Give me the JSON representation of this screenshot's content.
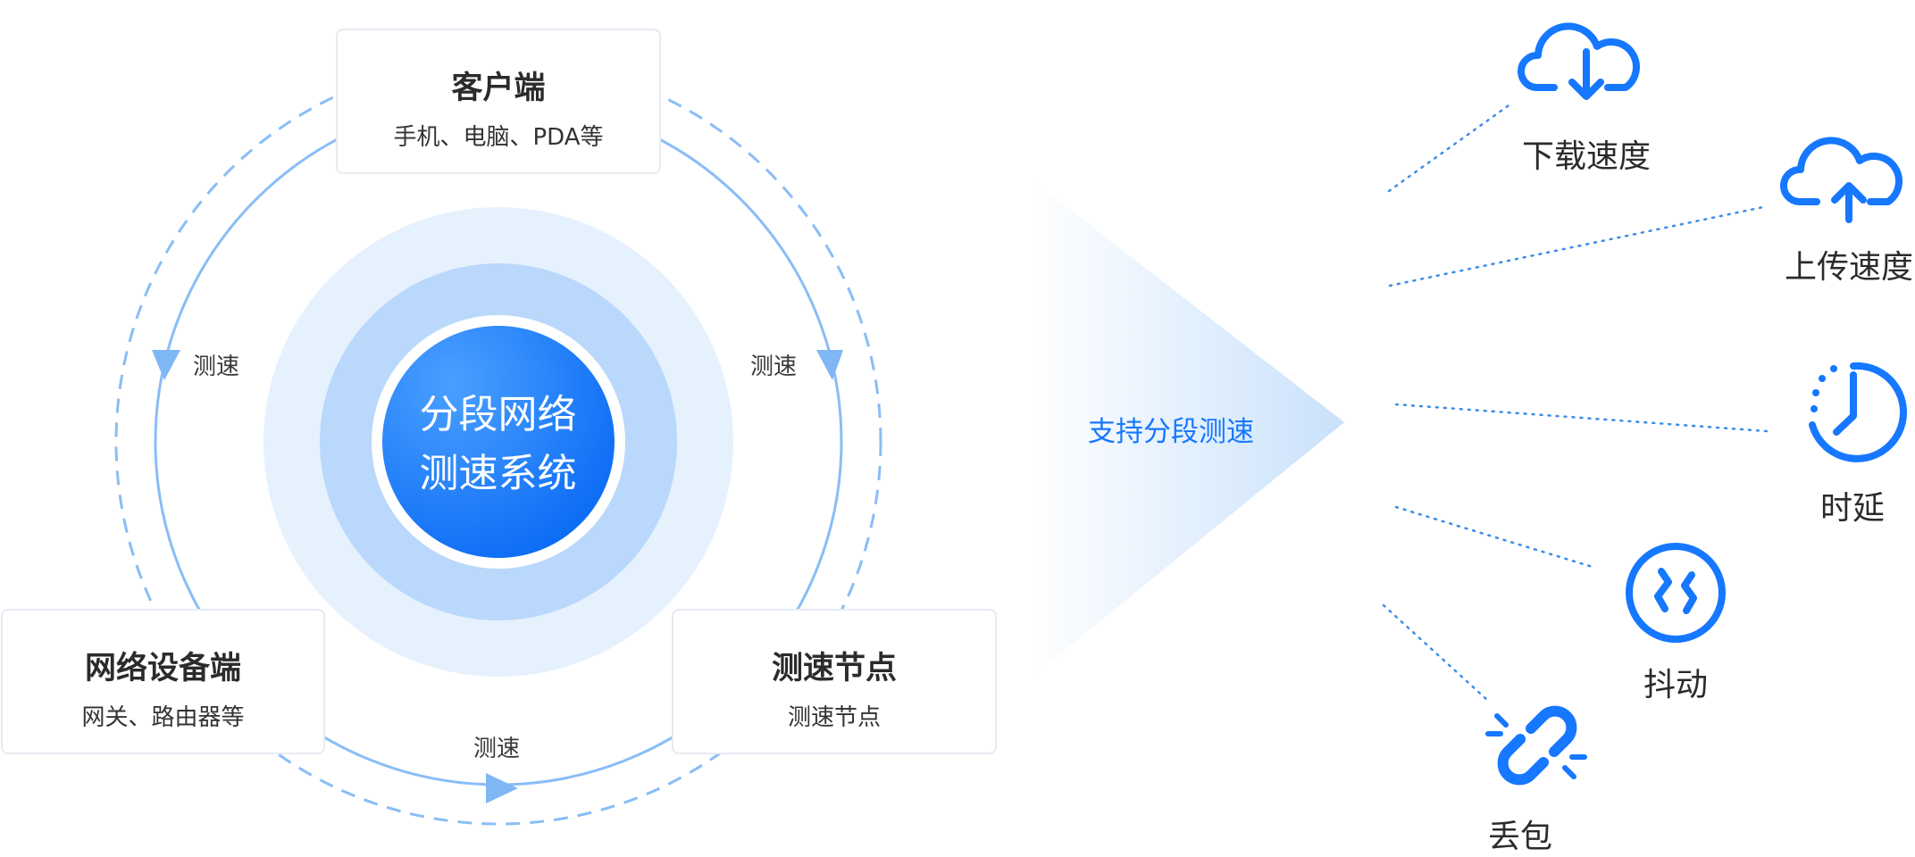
{
  "diagram": {
    "center": {
      "line1": "分段网络",
      "line2": "测速系统"
    },
    "nodes": {
      "client": {
        "title": "客户端",
        "subtitle": "手机、电脑、PDA等"
      },
      "network_device": {
        "title": "网络设备端",
        "subtitle": "网关、路由器等"
      },
      "speed_node": {
        "title": "测速节点",
        "subtitle": "测速节点"
      }
    },
    "flows": {
      "right": "测速",
      "left": "测速",
      "bottom": "测速"
    },
    "support_label": "支持分段测速",
    "metrics": {
      "download": {
        "label": "下载速度",
        "icon": "cloud-download-icon"
      },
      "upload": {
        "label": "上传速度",
        "icon": "cloud-upload-icon"
      },
      "latency": {
        "label": "时延",
        "icon": "clock-icon"
      },
      "jitter": {
        "label": "抖动",
        "icon": "jitter-icon"
      },
      "packet_loss": {
        "label": "丢包",
        "icon": "broken-link-icon"
      }
    },
    "colors": {
      "accent": "#1677ff",
      "ring_outer": "#e6f1fe",
      "ring_mid": "#b9d8fb",
      "connector": "#89bdf6"
    }
  }
}
